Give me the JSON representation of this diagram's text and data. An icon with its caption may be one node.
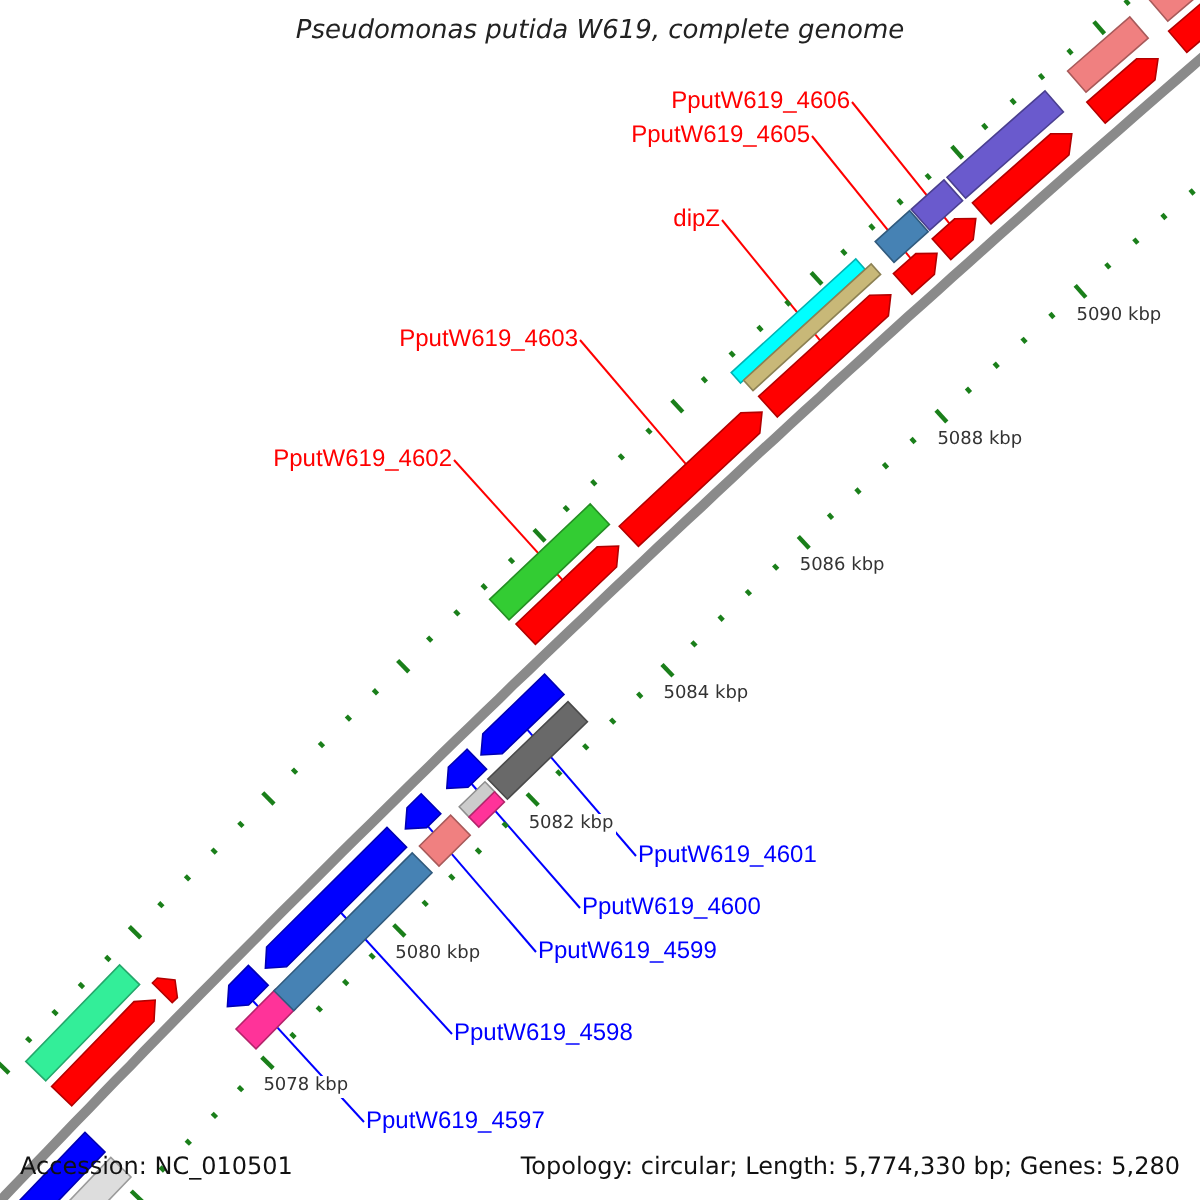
{
  "diagram": {
    "title": "Pseudomonas putida W619, complete genome",
    "nodes": [
      {
        "text": [
          "PputW619_4606"
        ]
      },
      {
        "text": [
          "PputW619_4605"
        ]
      },
      {
        "text": [
          "dipZ"
        ]
      },
      {
        "text": [
          "PputW619_4603"
        ]
      },
      {
        "text": [
          "PputW619_4602"
        ]
      },
      {
        "text": [
          "PputW619_4601"
        ]
      },
      {
        "text": [
          "PputW619_4600"
        ]
      },
      {
        "text": [
          "PputW619_4599"
        ]
      },
      {
        "text": [
          "PputW619_4598"
        ]
      },
      {
        "text": [
          "PputW619_4597"
        ]
      },
      {
        "text": [],
        "shape": "arrow"
      },
      {
        "text": [],
        "shape": "arrow"
      },
      {
        "text": [],
        "shape": "arrow"
      },
      {
        "text": [],
        "shape": "arrow"
      },
      {
        "text": [],
        "shape": "arrow"
      },
      {
        "text": [],
        "shape": "arrow"
      },
      {
        "text": [],
        "shape": "arrow"
      },
      {
        "text": [],
        "shape": "arrow"
      },
      {
        "text": [],
        "shape": "arrow"
      },
      {
        "text": [],
        "shape": "arrow"
      },
      {
        "text": [],
        "shape": "arrow"
      },
      {
        "text": [],
        "shape": "bar"
      },
      {
        "text": [],
        "shape": "arrow"
      },
      {
        "text": [],
        "shape": "bar"
      },
      {
        "text": [],
        "shape": "arrow"
      },
      {
        "text": [],
        "shape": "bar"
      },
      {
        "text": [],
        "shape": "bar"
      },
      {
        "text": [],
        "shape": "bar"
      },
      {
        "text": [],
        "shape": "bar"
      },
      {
        "text": [],
        "shape": "bar"
      },
      {
        "text": [],
        "shape": "bar"
      },
      {
        "text": [],
        "shape": "bar"
      },
      {
        "text": [],
        "shape": "bar"
      },
      {
        "text": [],
        "shape": "bar"
      },
      {
        "text": [],
        "shape": "bar"
      },
      {
        "text": [],
        "shape": "bar"
      },
      {
        "text": [],
        "shape": "bar"
      },
      {
        "text": [],
        "shape": "arrow"
      },
      {
        "text": [],
        "shape": "arrow"
      },
      {
        "text": [],
        "shape": "bar"
      },
      {
        "text": [],
        "shape": "arrow"
      },
      {
        "text": [],
        "shape": "bar"
      }
    ],
    "edges": [
      {
        "from": 0,
        "to": 10,
        "arrow": "none",
        "color": "#ff0000"
      },
      {
        "from": 1,
        "to": 11,
        "arrow": "none",
        "color": "#ff0000"
      },
      {
        "from": 2,
        "to": 12,
        "arrow": "none",
        "color": "#ff0000"
      },
      {
        "from": 3,
        "to": 13,
        "arrow": "none",
        "color": "#ff0000"
      },
      {
        "from": 4,
        "to": 14,
        "arrow": "none",
        "color": "#ff0000"
      },
      {
        "from": 5,
        "to": 15,
        "arrow": "none",
        "color": "#0000ff"
      },
      {
        "from": 6,
        "to": 16,
        "arrow": "none",
        "color": "#0000ff"
      },
      {
        "from": 7,
        "to": 17,
        "arrow": "none",
        "color": "#0000ff"
      },
      {
        "from": 8,
        "to": 18,
        "arrow": "none",
        "color": "#0000ff"
      },
      {
        "from": 9,
        "to": 19,
        "arrow": "none",
        "color": "#0000ff"
      }
    ],
    "labels": [
      "5090 kbp",
      "5088 kbp",
      "5086 kbp",
      "5084 kbp",
      "5082 kbp",
      "5080 kbp",
      "5078 kbp",
      "Accession: NC_010501",
      "Topology: circular; Length: 5,774,330 bp; Genes: 5,280"
    ]
  }
}
